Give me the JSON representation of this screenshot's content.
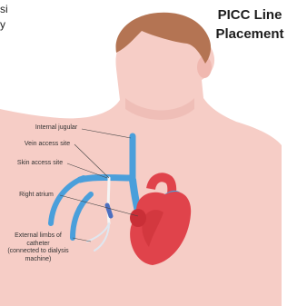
{
  "top_text": [
    "si",
    "y"
  ],
  "title": [
    "PICC Line",
    "Placement"
  ],
  "labels": {
    "internal_jugular": "Internal jugular",
    "vein_access_site": "Vein access site",
    "skin_access_site": "Skin access site",
    "right_atrium": "Right atrium",
    "external_limbs": [
      "External limbs of",
      "catheter",
      "(connected to dialysis",
      "machine)"
    ]
  },
  "colors": {
    "skin": "#f6cdc6",
    "hair": "#b47453",
    "vein": "#4a9fdb",
    "heart": "#e0434b",
    "catheter": "#f5f5f5"
  }
}
